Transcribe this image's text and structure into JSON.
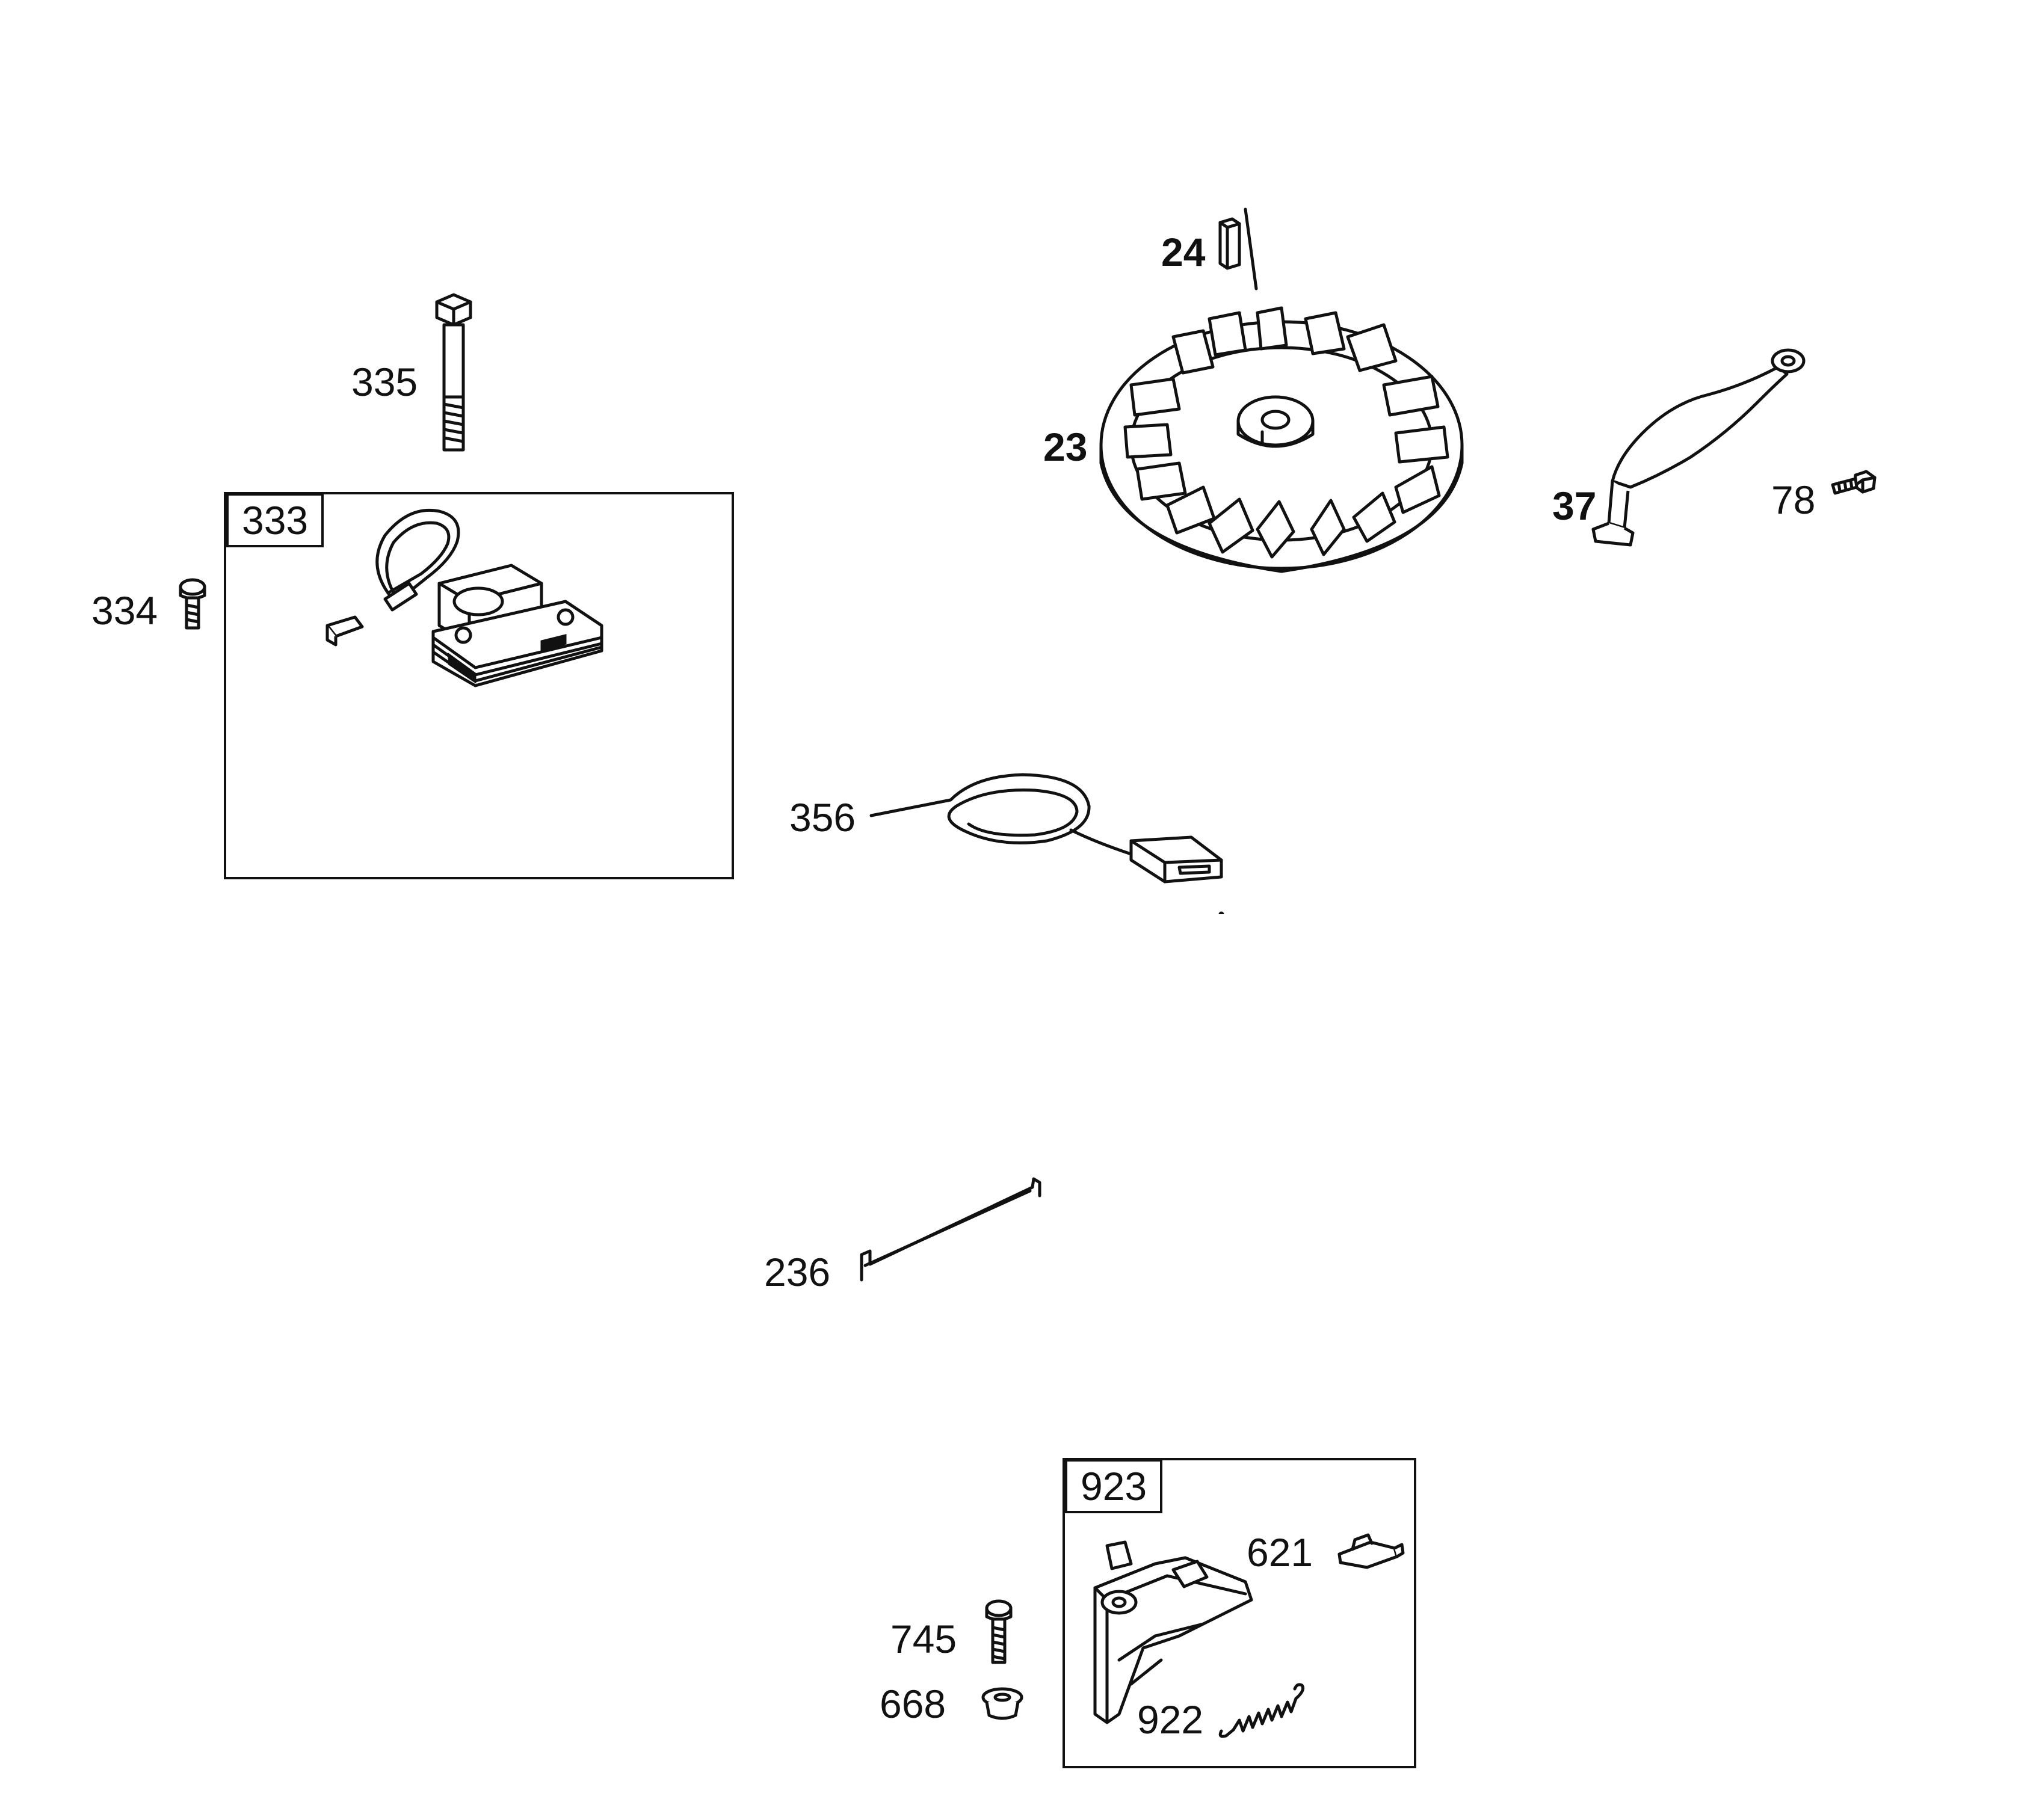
{
  "callouts": {
    "p23": "23",
    "p24": "24",
    "p37": "37",
    "p78": "78",
    "p236": "236",
    "p333": "333",
    "p334": "334",
    "p335": "335",
    "p356": "356",
    "p621": "621",
    "p668": "668",
    "p745": "745",
    "p922": "922",
    "p923": "923"
  }
}
